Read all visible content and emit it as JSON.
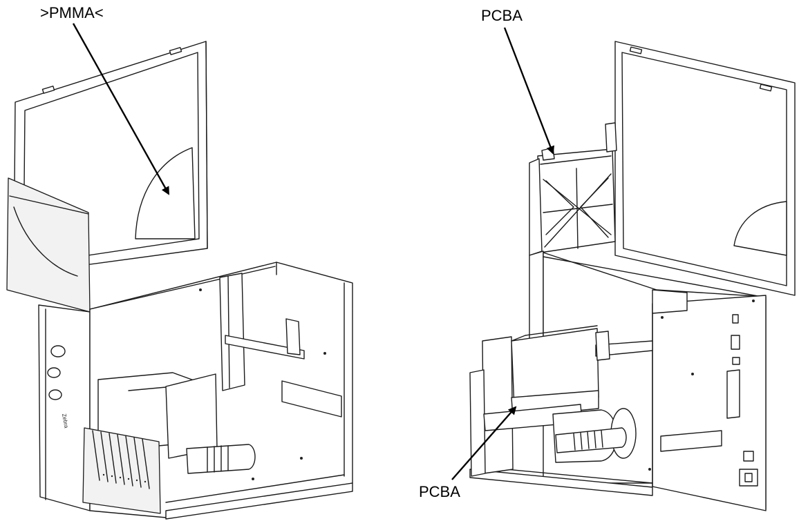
{
  "labels": {
    "pmma": ">PMMA<",
    "pcba_top": "PCBA",
    "pcba_bottom": "PCBA"
  },
  "colors": {
    "line": "#1a1a1a",
    "background": "#ffffff",
    "panel_fill": "#f2f2f2"
  }
}
